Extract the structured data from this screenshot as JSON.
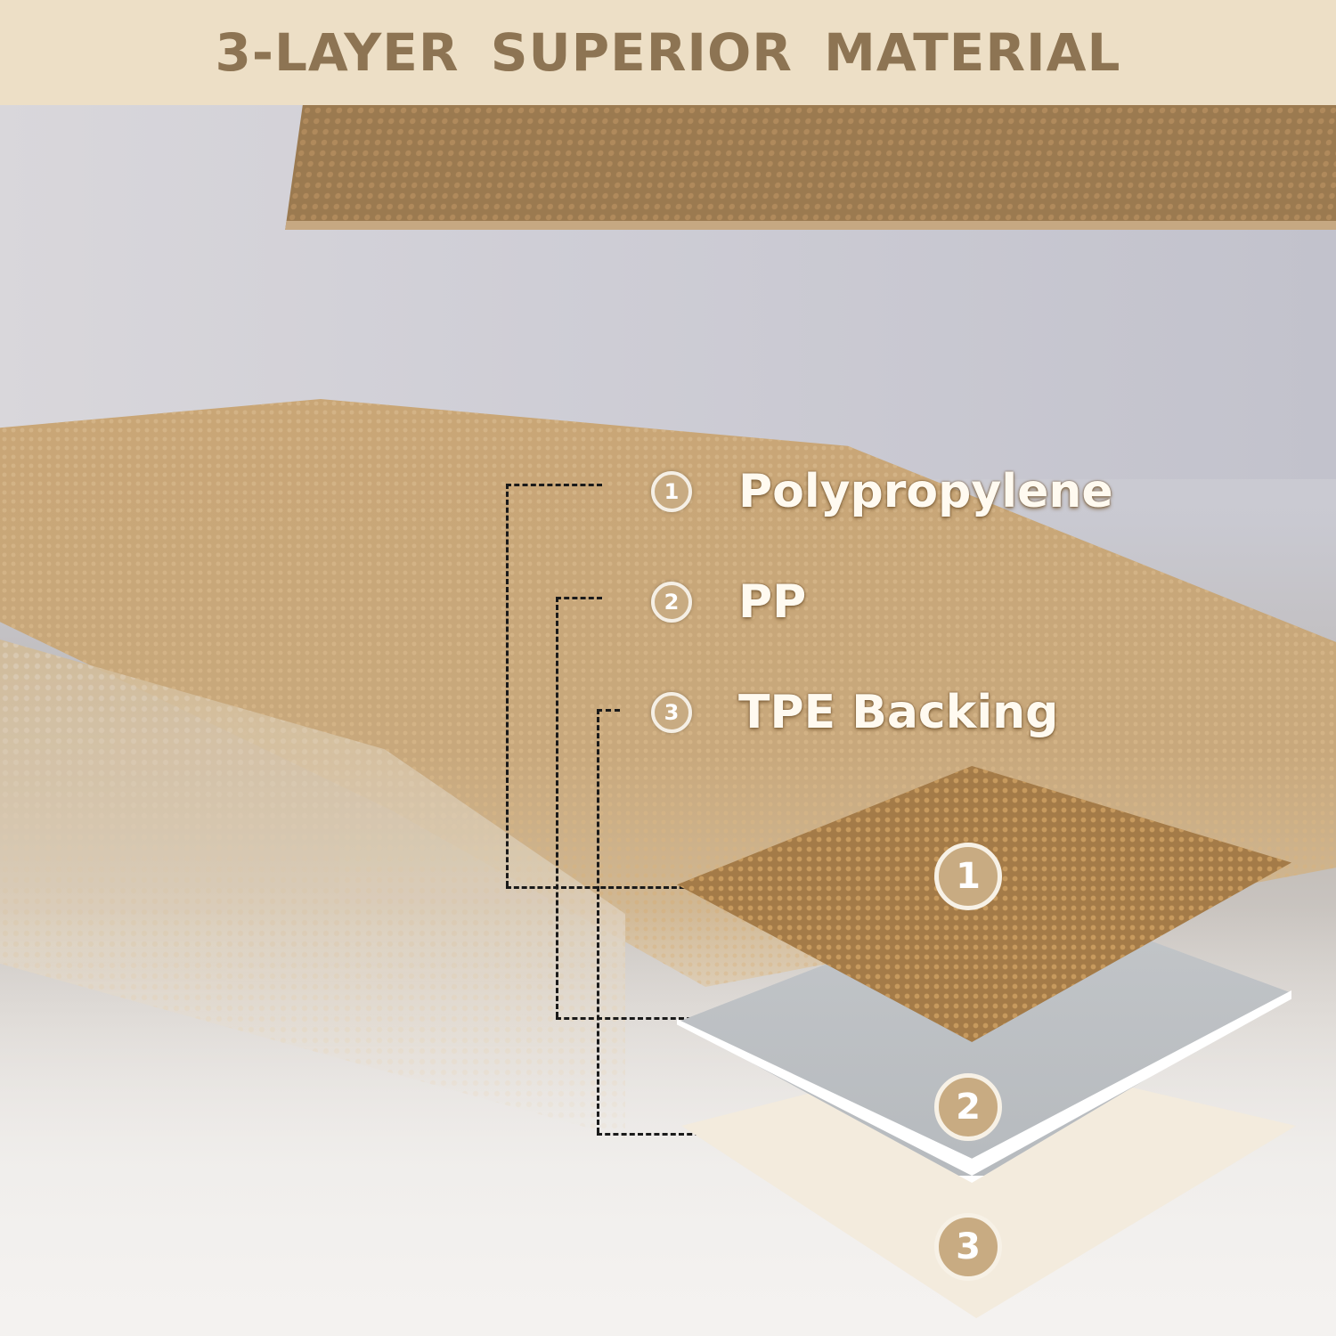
{
  "banner": {
    "title": "3-LAYER  SUPERIOR MATERIAL",
    "background": "#eddfc6",
    "text_color": "#8d7453"
  },
  "legend": [
    {
      "number": "1",
      "label": "Polypropylene"
    },
    {
      "number": "2",
      "label": "PP"
    },
    {
      "number": "3",
      "label": "TPE Backing"
    }
  ],
  "layers": [
    {
      "number": "1",
      "material": "Polypropylene",
      "color": "#a47b48"
    },
    {
      "number": "2",
      "material": "PP",
      "color": "#c3c6c9"
    },
    {
      "number": "3",
      "material": "TPE Backing",
      "color": "#f3ebdd"
    }
  ],
  "colors": {
    "badge": "#c8ab82",
    "carpet": "#c9a676",
    "wall": "#cfcfd6"
  }
}
